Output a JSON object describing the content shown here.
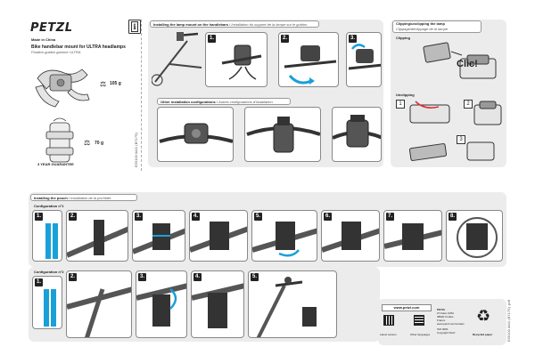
{
  "cover": {
    "brand": "PETZL",
    "made_in": "Made in China",
    "title": "Bike handlebar mount for ULTRA headlamps",
    "subtitle": "Fixation guidon gamme ULTRA",
    "weight_mount": "105 g",
    "weight_clip": "70 g",
    "guarantee": "3 YEAR GUARANTEE",
    "doc_code": "E55100 0A/1 (B717S)"
  },
  "section_lamp": {
    "header": "Installing the lamp mount on the handlebars",
    "header_fr": "Installation du support de la lampe sur le guidon",
    "steps": [
      "1.",
      "2.",
      "3."
    ],
    "other_header": "Other installation configurations",
    "other_header_fr": "Autres configurations d'installation"
  },
  "section_clip": {
    "header": "Clipping/unclipping the lamp",
    "header_fr": "Clippage/déclippage de la lampe",
    "clipping": "Clipping",
    "clic": "Clic!",
    "unclipping": "Unclipping",
    "steps": [
      "1",
      "2",
      "3"
    ]
  },
  "section_pouch": {
    "header": "Installing the pouch",
    "header_fr": "Installation de la pochette",
    "config1": "Configuration n°1",
    "config2": "Configuration n°2",
    "steps1": [
      "1.",
      "2.",
      "3.",
      "4.",
      "5.",
      "6.",
      "7.",
      "8."
    ],
    "steps2": [
      "1.",
      "2.",
      "3.",
      "4.",
      "5."
    ]
  },
  "footer": {
    "url": "www.petzl.com",
    "latest_version": "Latest version",
    "other_languages": "Other languages",
    "address_lines": [
      "PETZL",
      "ZI Cidex 105A",
      "38920 Crolles",
      "France",
      "www.petzl.com/contact"
    ],
    "iso": "ISO 9001",
    "copyright": "Copyright Petzl",
    "recycled": "Recycled paper",
    "doc_code": "E55100 0A/1 (B717S) .pdf"
  },
  "icons": {
    "book": "book-info-icon",
    "recycle": "recycle-icon",
    "weight": "weight-icon"
  }
}
